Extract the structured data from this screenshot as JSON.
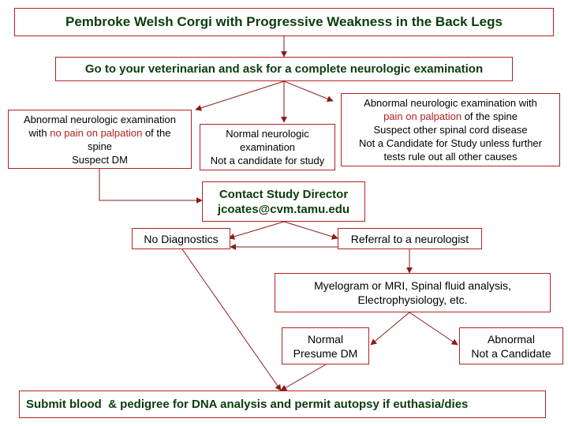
{
  "nodes": {
    "title": "Pembroke Welsh Corgi with Progressive Weakness in the Back Legs",
    "vet_exam": "Go to your veterinarian and ask for a complete neurologic examination",
    "abnormal_no_pain": {
      "line1": "Abnormal neurologic examination",
      "line2_pre": "with ",
      "line2_hl": "no pain on palpation",
      "line2_post": " of the",
      "line3": "spine",
      "line4": "Suspect DM"
    },
    "normal_exam": {
      "line1": "Normal neurologic",
      "line2": "examination",
      "line3": "Not a candidate for study"
    },
    "abnormal_pain": {
      "line1": "Abnormal neurologic examination with",
      "line2_hl": "pain on palpation",
      "line2_post": " of the spine",
      "line3": "Suspect other spinal cord disease",
      "line4": "Not a Candidate for Study unless further",
      "line5": "tests rule out all other causes"
    },
    "contact": {
      "line1": "Contact Study Director",
      "line2": "jcoates@cvm.tamu.edu"
    },
    "no_diagnostics": "No Diagnostics",
    "referral": "Referral to a neurologist",
    "tests": {
      "line1": "Myelogram or MRI, Spinal fluid analysis,",
      "line2": "Electrophysiology, etc."
    },
    "normal_dm": {
      "line1": "Normal",
      "line2": "Presume DM"
    },
    "abnormal_nc": {
      "line1": "Abnormal",
      "line2": "Not a Candidate"
    },
    "submit": "Submit blood  & pedigree for DNA analysis and permit autopsy if euthasia/dies"
  },
  "colors": {
    "border": "#b22222",
    "arrow": "#8b1a1a",
    "title_text": "#0b3d0b",
    "highlight": "#b22222"
  }
}
